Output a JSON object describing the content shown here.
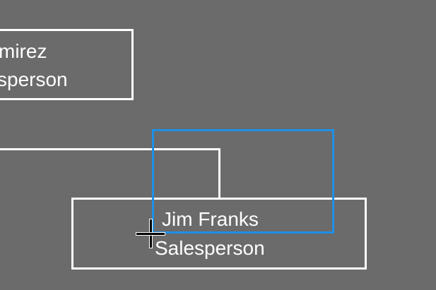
{
  "nodes": [
    {
      "name": "mirez",
      "role": "sperson"
    },
    {
      "name": "Jim Franks",
      "role": "Salesperson"
    }
  ],
  "colors": {
    "background": "#6b6b6b",
    "node_border": "#ffffff",
    "selection": "#1e90e8"
  },
  "cursor": "crosshair-icon"
}
